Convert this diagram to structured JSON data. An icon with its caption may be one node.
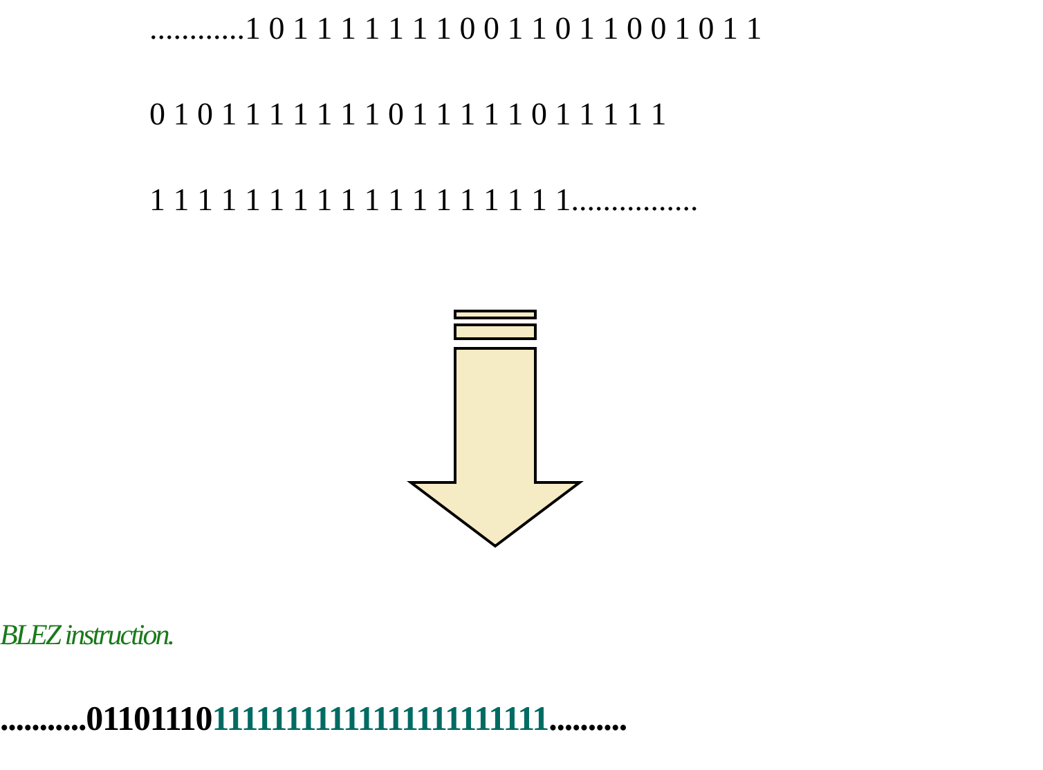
{
  "diagram": {
    "nodes": [
      {
        "text": [
          "............1 0 1 1 1 1 1 1 1 0 0 1 1 0 1 1 0 0 1 0 1 1",
          "0 1 0 1 1 1 1 1 1 1 0 1 1 1 1 1 0 1 1 1 1 1",
          "1 1 1 1 1 1 1 1 1 1 1 1 1 1 1 1 1 1................"
        ]
      },
      {
        "text": [
          "BLEZ instruction.",
          "...........01101110",
          "11111111111111111111111",
          ".........."
        ]
      }
    ],
    "edges": [
      {
        "from": 0,
        "to": 1,
        "arrow": "to",
        "style": "thick"
      }
    ]
  }
}
